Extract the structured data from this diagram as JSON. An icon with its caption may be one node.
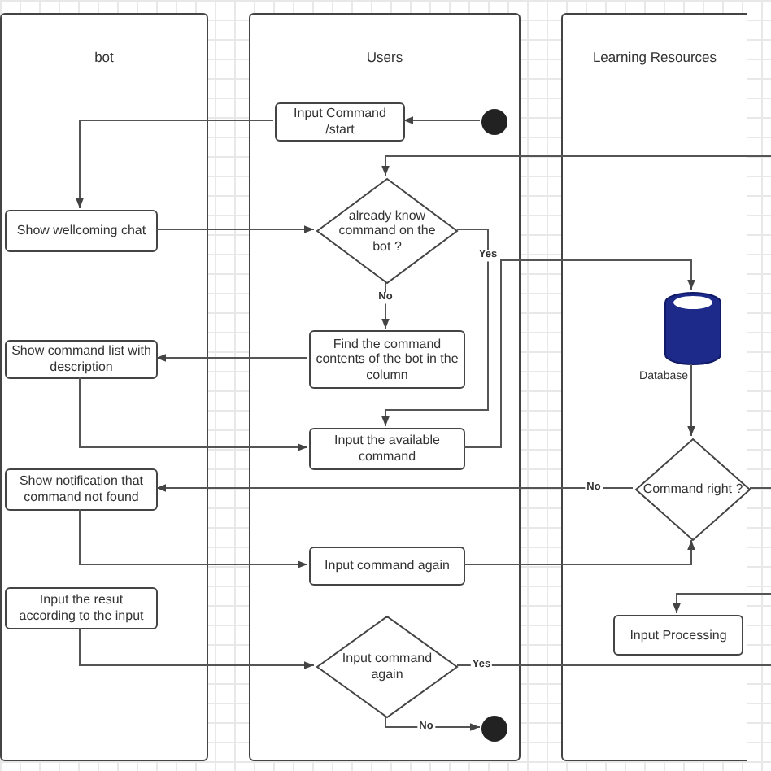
{
  "diagram": {
    "nodes": [
      {
        "text": [
          "bot"
        ]
      },
      {
        "text": [
          "Users"
        ]
      },
      {
        "text": [
          "Learning Resources"
        ]
      },
      {
        "text": [
          "Input Command /start"
        ],
        "in": 1
      },
      {
        "text": [],
        "shape": "circle",
        "in": 1
      },
      {
        "text": [
          "Show wellcoming chat"
        ],
        "in": 0
      },
      {
        "text": [
          "already know command on the bot ?"
        ],
        "in": 1
      },
      {
        "text": [
          "Find the command contents of the bot in the column"
        ],
        "in": 1
      },
      {
        "text": [
          "Show command list with description"
        ],
        "in": 0
      },
      {
        "text": [
          "Input the available command"
        ],
        "in": 1
      },
      {
        "text": [],
        "shape": "cylinder",
        "in": 2,
        "beside": [
          "Database"
        ]
      },
      {
        "text": [
          "Command right ?"
        ],
        "in": 2
      },
      {
        "text": [
          "Show notification that command not found"
        ],
        "in": 0
      },
      {
        "text": [
          "Input command again"
        ],
        "in": 1
      },
      {
        "text": [
          "Input the resut according to the input"
        ],
        "in": 0
      },
      {
        "text": [
          "Input Processing"
        ],
        "in": 2
      },
      {
        "text": [
          "Input command again"
        ],
        "in": 1
      },
      {
        "text": [],
        "shape": "circle",
        "in": 1
      }
    ],
    "edges": [
      {
        "from": 4,
        "to": 3,
        "arrow": "to"
      },
      {
        "from": 3,
        "to": 5,
        "arrow": "to"
      },
      {
        "from": 5,
        "to": 6,
        "arrow": "to"
      },
      {
        "from": 6,
        "to": 7,
        "arrow": "to",
        "label": "No"
      },
      {
        "from": 7,
        "to": 8,
        "arrow": "to"
      },
      {
        "from": 8,
        "to": 9,
        "arrow": "to"
      },
      {
        "from": 6,
        "to": 9,
        "arrow": "to",
        "label": "Yes"
      },
      {
        "from": 9,
        "to": 10,
        "arrow": "to"
      },
      {
        "from": 10,
        "to": 11,
        "arrow": "to"
      },
      {
        "from": 11,
        "to": 12,
        "arrow": "to",
        "label": "No"
      },
      {
        "from": 12,
        "to": 13,
        "arrow": "to"
      },
      {
        "from": 13,
        "to": 11,
        "arrow": "to"
      },
      {
        "from": null,
        "to": 6,
        "arrow": "to"
      },
      {
        "from": 11,
        "to": null,
        "arrow": "none"
      },
      {
        "from": null,
        "to": 15,
        "arrow": "to"
      },
      {
        "from": 14,
        "to": 16,
        "arrow": "to"
      },
      {
        "from": 16,
        "to": null,
        "arrow": "none",
        "label": "Yes"
      },
      {
        "from": 16,
        "to": 17,
        "arrow": "to",
        "label": "No"
      }
    ]
  }
}
